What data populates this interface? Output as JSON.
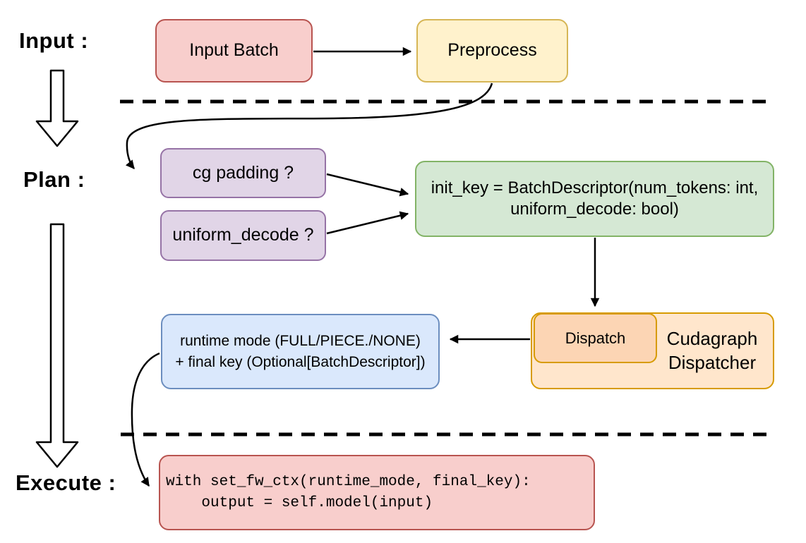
{
  "stage_labels": {
    "input": "Input :",
    "plan": "Plan :",
    "execute": "Execute :"
  },
  "nodes": {
    "input_batch": {
      "label": "Input Batch",
      "fill": "#F8CECC",
      "stroke": "#B85450"
    },
    "preprocess": {
      "label": "Preprocess",
      "fill": "#FFF2CC",
      "stroke": "#D6B656"
    },
    "cg_padding": {
      "label": "cg padding ?",
      "fill": "#E1D5E7",
      "stroke": "#9673A6"
    },
    "uniform_decode": {
      "label": "uniform_decode ?",
      "fill": "#E1D5E7",
      "stroke": "#9673A6"
    },
    "init_key": {
      "line1": "init_key = BatchDescriptor(num_tokens: int,",
      "line2": "uniform_decode: bool)",
      "fill": "#D5E8D4",
      "stroke": "#82B366"
    },
    "runtime_mode": {
      "line1": "runtime mode (FULL/PIECE./NONE)",
      "line2": "+ final key (Optional[BatchDescriptor])",
      "fill": "#DAE8FC",
      "stroke": "#6C8EBF"
    },
    "dispatch": {
      "label": "Dispatch",
      "fill": "#FCD5B4",
      "stroke": "#D79B00"
    },
    "cudagraph_dispatcher": {
      "line1": "Cudagraph",
      "line2": "Dispatcher",
      "fill": "#FFE6CC",
      "stroke": "#D79B00"
    },
    "execute_code": {
      "line1": "with set_fw_ctx(runtime_mode, final_key):",
      "line2": "    output = self.model(input)",
      "fill": "#F8CECC",
      "stroke": "#B85450"
    }
  },
  "connector_color": "#000000"
}
